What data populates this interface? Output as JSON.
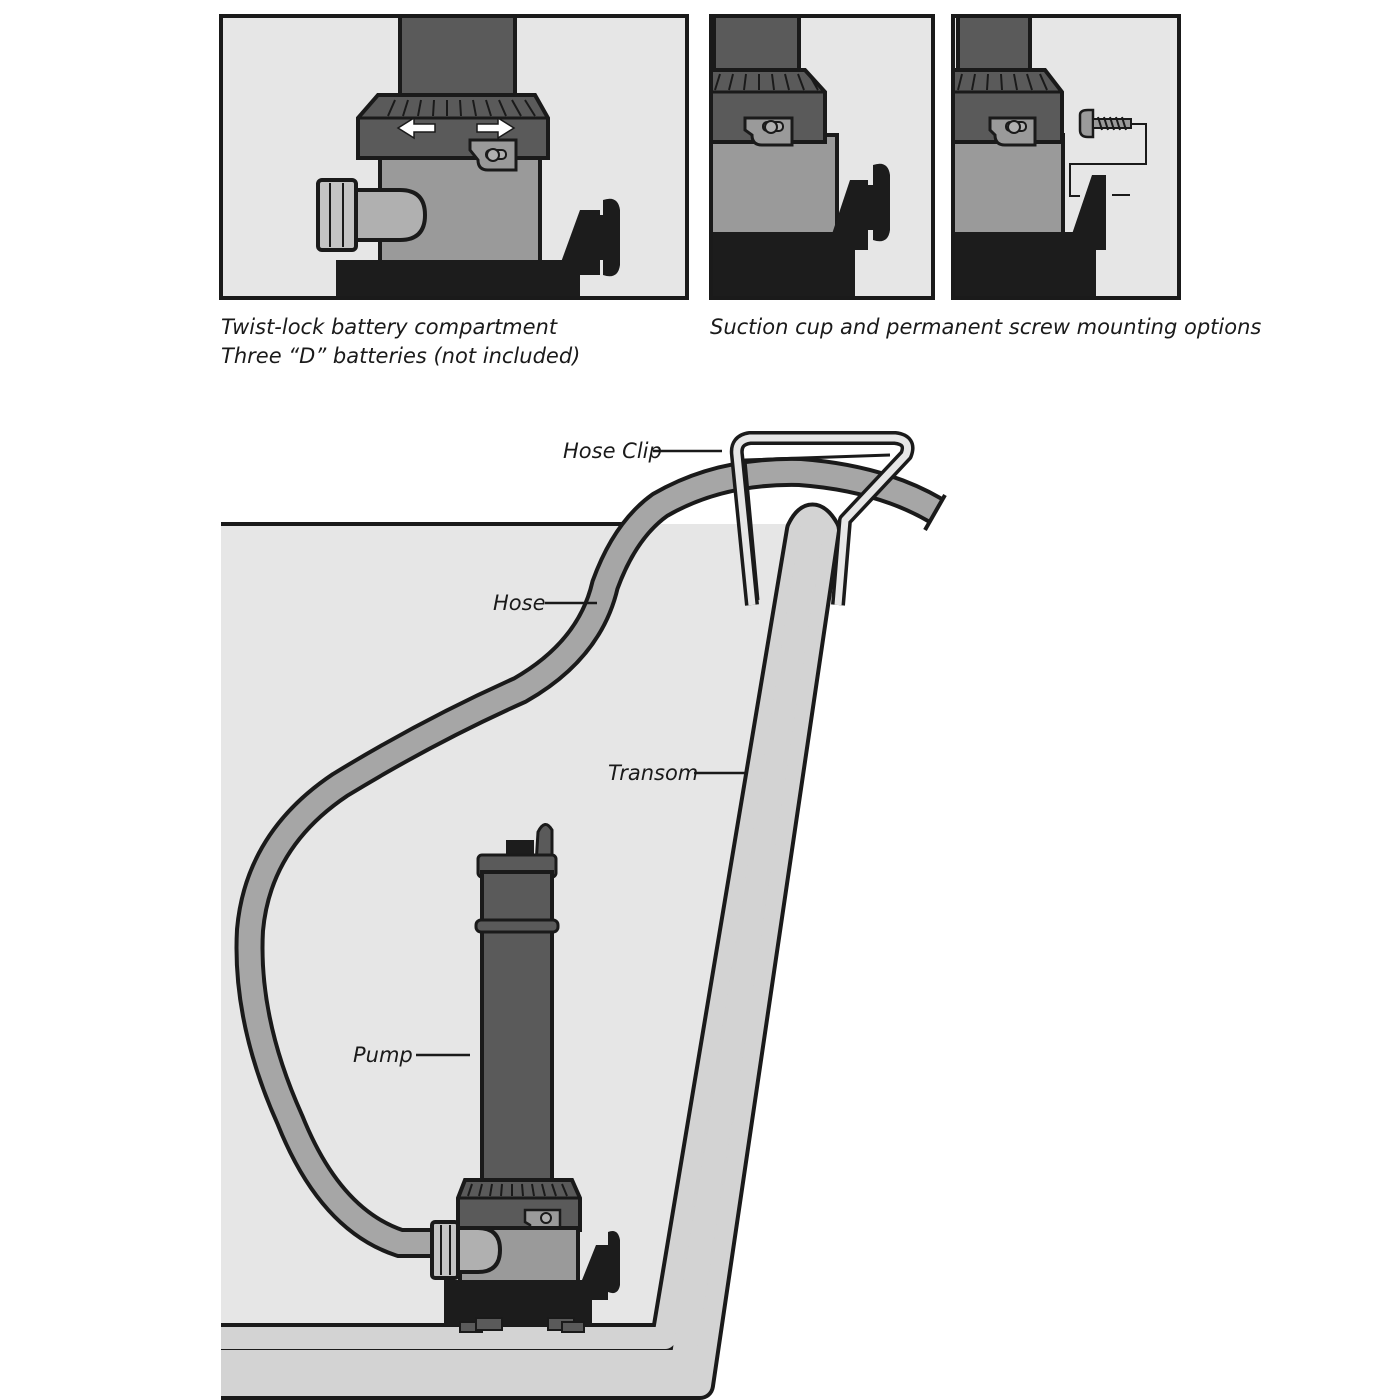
{
  "captions": {
    "left_line1": "Twist-lock battery compartment",
    "left_line2": "Three “D” batteries (not included)",
    "right": "Suction cup and permanent screw mounting options"
  },
  "labels": {
    "hose_clip": "Hose Clip",
    "hose": "Hose",
    "transom": "Transom",
    "pump": "Pump"
  },
  "colors": {
    "outline": "#1a1a1a",
    "light_fill": "#e6e6e6",
    "mid_gray": "#9a9a9a",
    "dark_gray": "#5a5a5a",
    "black": "#1c1c1c"
  }
}
